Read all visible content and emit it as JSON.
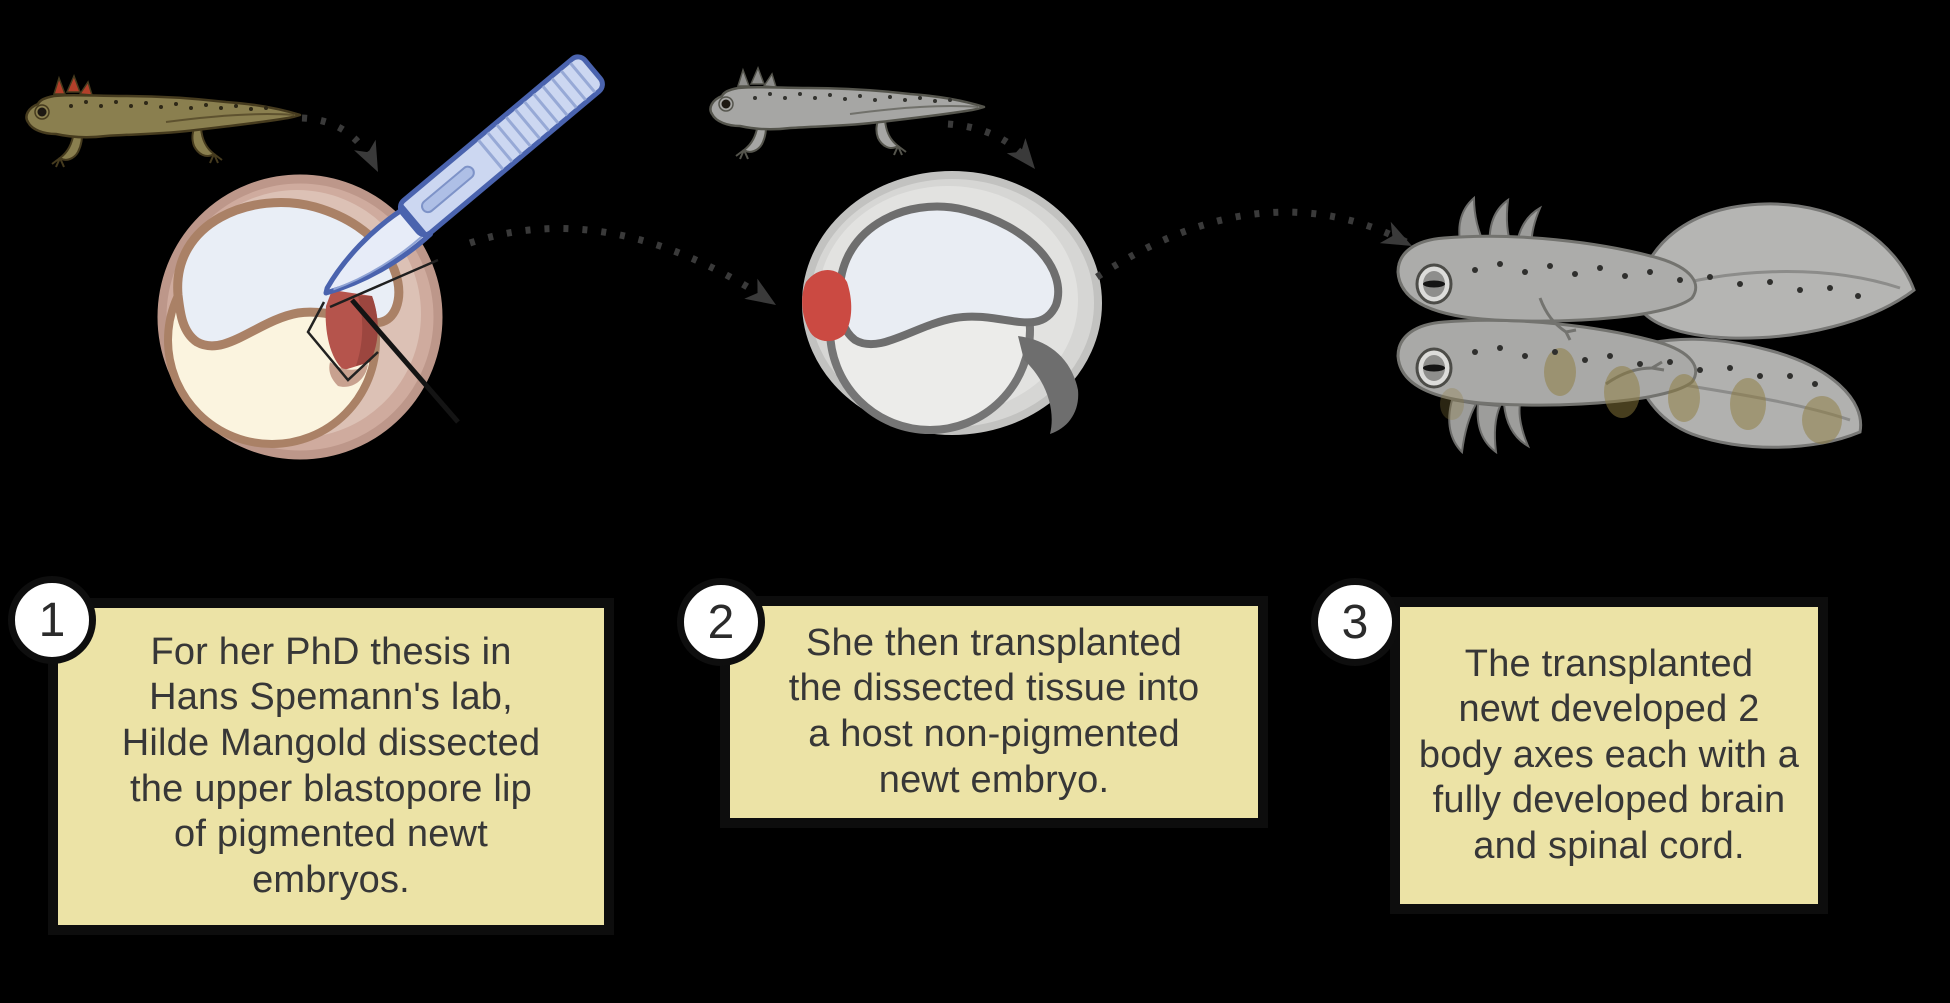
{
  "steps": [
    {
      "number": "1",
      "lines": [
        "For her PhD thesis in",
        "Hans Spemann's lab,",
        "Hilde Mangold dissected",
        "the upper blastopore lip",
        "of pigmented newt",
        "embryos."
      ]
    },
    {
      "number": "2",
      "lines": [
        "She then transplanted",
        "the dissected tissue into",
        "a host non-pigmented",
        "newt embryo."
      ]
    },
    {
      "number": "3",
      "lines": [
        "The transplanted",
        "newt developed 2",
        "body axes each with a",
        "fully developed brain",
        "and spinal cord."
      ]
    }
  ],
  "illustrations": {
    "panel1": [
      "pigmented-newt",
      "dashed-curved-arrow",
      "donor-embryo-with-red-blastopore-lip",
      "scalpel"
    ],
    "panel2": [
      "non-pigmented-newt",
      "dashed-curved-arrow",
      "host-embryo-with-transplanted-red-tissue"
    ],
    "panel3": [
      "dashed-curved-arrow",
      "twin-axis-newt-larva-with-two-heads"
    ]
  },
  "colors": {
    "background": "#000000",
    "step_box_bg": "#ece3a6",
    "step_box_border": "#0d0d0d",
    "step_text": "#373737",
    "badge_bg": "#ffffff",
    "badge_border": "#0e0e0e",
    "transplant_tissue_red": "#c04f47",
    "scalpel_blue_outline": "#4a63ae",
    "pigmented_newt_olive": "#8a7f4f",
    "host_newt_gray": "#a6a6a4",
    "arrow_gray": "#3a3a3a",
    "embryo_donor_rim": "#cda99b",
    "embryo_cream": "#fbf4df",
    "embryo_dome_blue": "#e9eef6",
    "embryo_ring_brown": "#a87f63",
    "embryo_host_gray": "#d8d8d6"
  }
}
